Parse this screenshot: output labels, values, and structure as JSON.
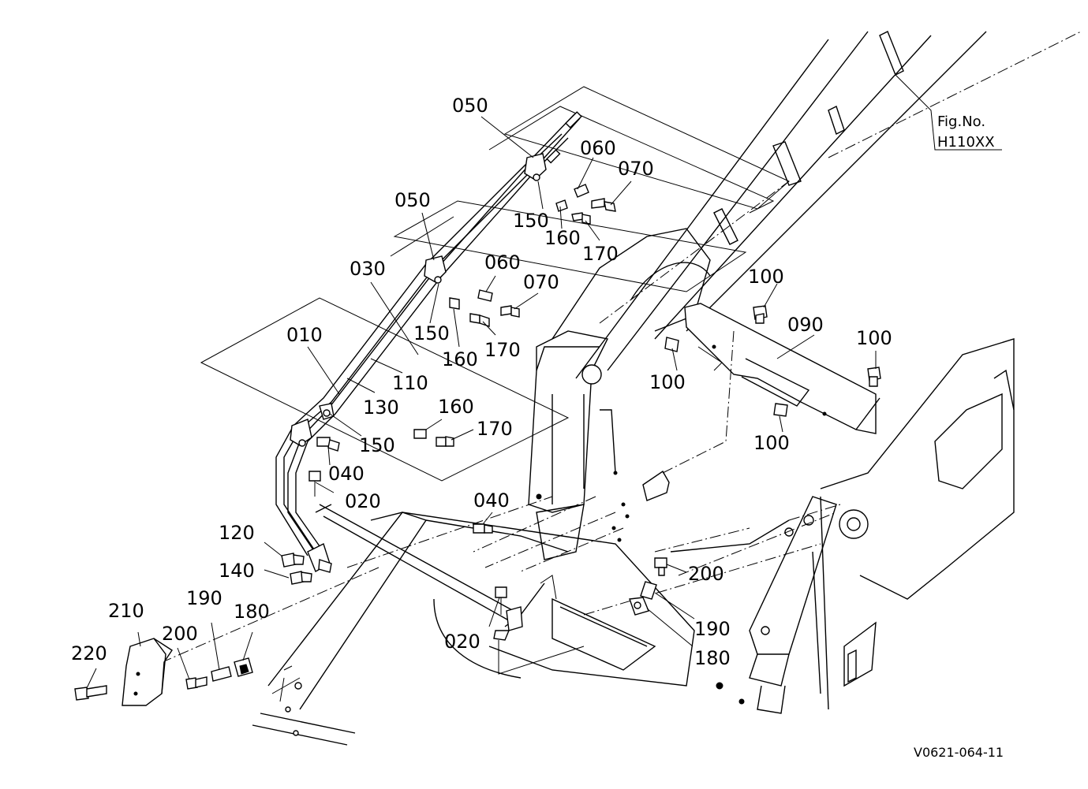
{
  "figure": {
    "fig_label": "Fig.No.",
    "fig_number": "H110XX",
    "drawing_id": "V0621-064-11"
  },
  "callouts": {
    "c050a": "050",
    "c060a": "060",
    "c070a": "070",
    "c150a": "150",
    "c160a": "160",
    "c170a": "170",
    "c050b": "050",
    "c030": "030",
    "c060b": "060",
    "c070b": "070",
    "c150b": "150",
    "c160b": "160",
    "c170b": "170",
    "c010": "010",
    "c110": "110",
    "c130": "130",
    "c160c": "160",
    "c170c": "170",
    "c150c": "150",
    "c040a": "040",
    "c020a": "020",
    "c040b": "040",
    "c120": "120",
    "c140": "140",
    "c020b": "020",
    "c100a": "100",
    "c090": "090",
    "c100b": "100",
    "c100c": "100",
    "c100d": "100",
    "c200a": "200",
    "c190a": "190",
    "c180a": "180",
    "c210": "210",
    "c200b": "200",
    "c190b": "190",
    "c180b": "180",
    "c220": "220"
  }
}
